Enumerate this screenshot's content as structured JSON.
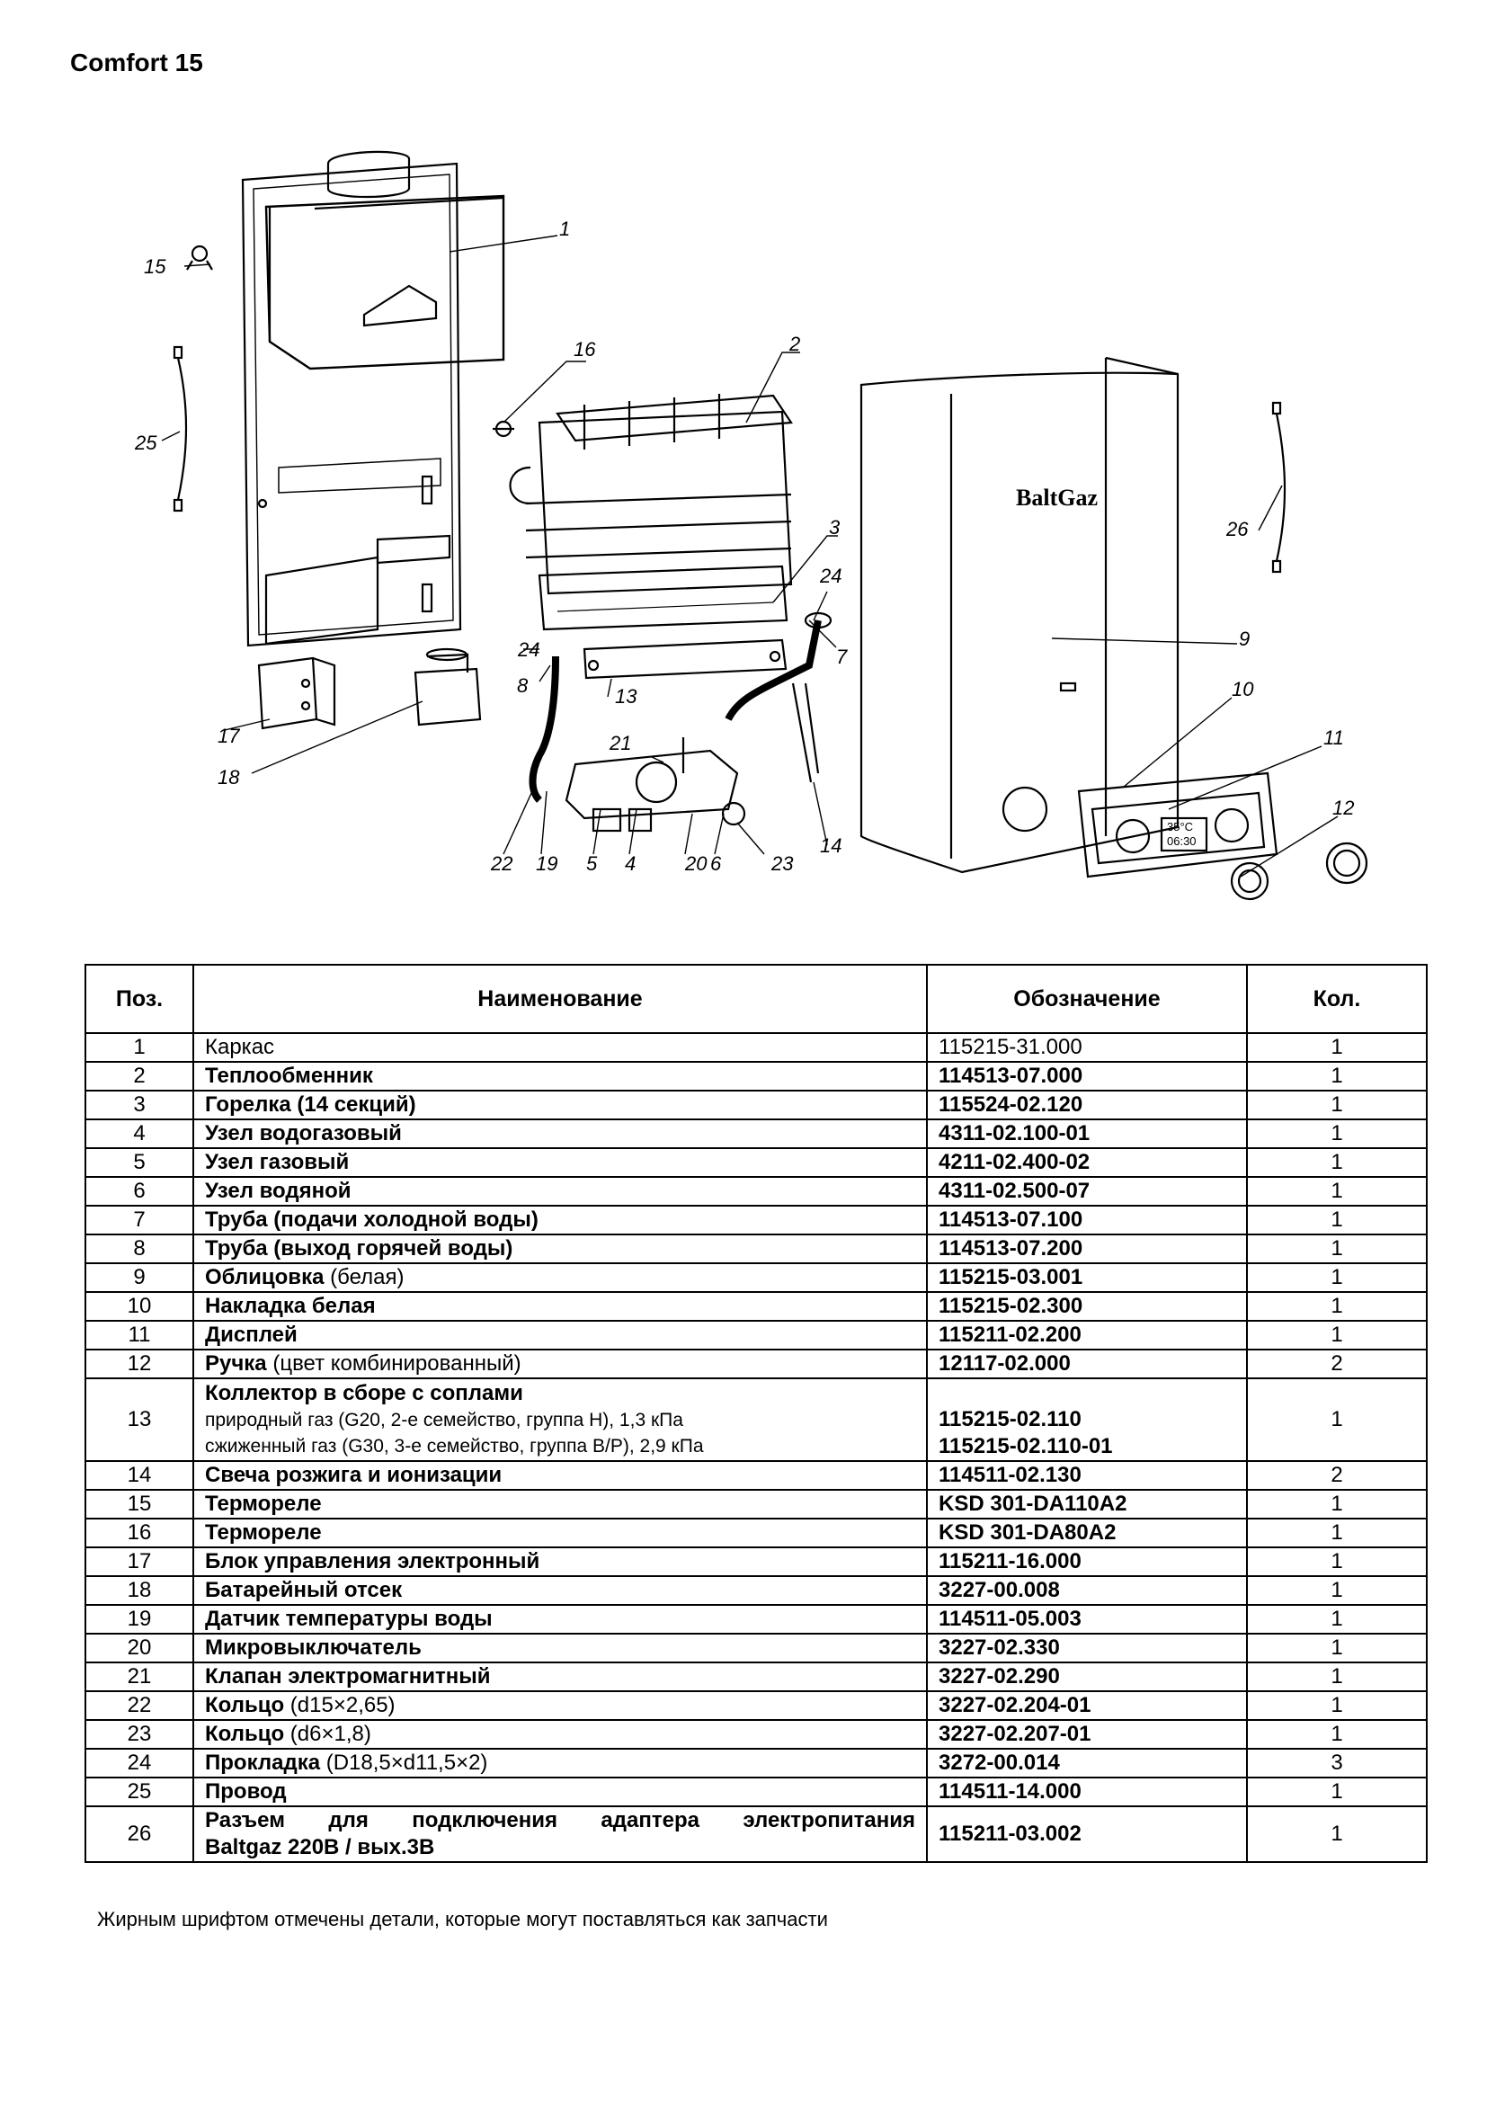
{
  "page": {
    "title": "Comfort 15",
    "footnote": "Жирным шрифтом отмечены детали, которые могут поставляться как запчасти"
  },
  "diagram": {
    "brand_label": "BaltGaz",
    "display_readout": [
      "35°C",
      "06:30"
    ],
    "callouts": [
      "1",
      "2",
      "3",
      "4",
      "5",
      "6",
      "7",
      "8",
      "9",
      "10",
      "11",
      "12",
      "13",
      "14",
      "15",
      "16",
      "17",
      "18",
      "19",
      "20",
      "21",
      "22",
      "23",
      "24",
      "24",
      "25",
      "26"
    ]
  },
  "table": {
    "headers": {
      "pos": "Поз.",
      "name": "Наименование",
      "code": "Обозначение",
      "qty": "Кол."
    },
    "rows": [
      {
        "pos": "1",
        "name": "Каркас",
        "name_note": "",
        "code": "115215-31.000",
        "qty": "1",
        "bold": false
      },
      {
        "pos": "2",
        "name": "Теплообменник",
        "name_note": "",
        "code": "114513-07.000",
        "qty": "1",
        "bold": true
      },
      {
        "pos": "3",
        "name": "Горелка (14 секций)",
        "name_note": "",
        "code": "115524-02.120",
        "qty": "1",
        "bold": true
      },
      {
        "pos": "4",
        "name": "Узел водогазовый",
        "name_note": "",
        "code": "4311-02.100-01",
        "qty": "1",
        "bold": true
      },
      {
        "pos": "5",
        "name": "Узел газовый",
        "name_note": "",
        "code": "4211-02.400-02",
        "qty": "1",
        "bold": true
      },
      {
        "pos": "6",
        "name": "Узел водяной",
        "name_note": "",
        "code": "4311-02.500-07",
        "qty": "1",
        "bold": true
      },
      {
        "pos": "7",
        "name": "Труба (подачи холодной воды)",
        "name_note": "",
        "code": "114513-07.100",
        "qty": "1",
        "bold": true
      },
      {
        "pos": "8",
        "name": "Труба (выход горячей воды)",
        "name_note": "",
        "code": "114513-07.200",
        "qty": "1",
        "bold": true
      },
      {
        "pos": "9",
        "name": "Облицовка",
        "name_note": "(белая)",
        "code": "115215-03.001",
        "qty": "1",
        "bold": true
      },
      {
        "pos": "10",
        "name": "Накладка белая",
        "name_note": "",
        "code": "115215-02.300",
        "qty": "1",
        "bold": true
      },
      {
        "pos": "11",
        "name": "Дисплей",
        "name_note": "",
        "code": "115211-02.200",
        "qty": "1",
        "bold": true
      },
      {
        "pos": "12",
        "name": "Ручка",
        "name_note": "(цвет комбинированный)",
        "code": "12117-02.000",
        "qty": "2",
        "bold": true
      },
      {
        "pos": "13",
        "name": "Коллектор в сборе с соплами",
        "name_note": "",
        "sub_lines": [
          "природный газ (G20, 2-е семейство, группа H), 1,3 кПа",
          "сжиженный газ (G30, 3-е семейство, группа B/P), 2,9 кПа"
        ],
        "codes": [
          "115215-02.110",
          "115215-02.110-01"
        ],
        "qty": "1",
        "bold": true
      },
      {
        "pos": "14",
        "name": "Свеча розжига и ионизации",
        "name_note": "",
        "code": "114511-02.130",
        "qty": "2",
        "bold": true
      },
      {
        "pos": "15",
        "name": "Термореле",
        "name_note": "",
        "code": "KSD 301-DA110A2",
        "qty": "1",
        "bold": true
      },
      {
        "pos": "16",
        "name": "Термореле",
        "name_note": "",
        "code": "KSD 301-DA80A2",
        "qty": "1",
        "bold": true
      },
      {
        "pos": "17",
        "name": "Блок управления электронный",
        "name_note": "",
        "code": "115211-16.000",
        "qty": "1",
        "bold": true
      },
      {
        "pos": "18",
        "name": "Батарейный отсек",
        "name_note": "",
        "code": "3227-00.008",
        "qty": "1",
        "bold": true
      },
      {
        "pos": "19",
        "name": "Датчик температуры воды",
        "name_note": "",
        "code": "114511-05.003",
        "qty": "1",
        "bold": true
      },
      {
        "pos": "20",
        "name": "Микровыключатель",
        "name_note": "",
        "code": "3227-02.330",
        "qty": "1",
        "bold": true
      },
      {
        "pos": "21",
        "name": "Клапан электромагнитный",
        "name_note": "",
        "code": "3227-02.290",
        "qty": "1",
        "bold": true
      },
      {
        "pos": "22",
        "name": "Кольцо",
        "name_note": "(d15×2,65)",
        "code": "3227-02.204-01",
        "qty": "1",
        "bold": true
      },
      {
        "pos": "23",
        "name": "Кольцо",
        "name_note": "(d6×1,8)",
        "code": "3227-02.207-01",
        "qty": "1",
        "bold": true
      },
      {
        "pos": "24",
        "name": "Прокладка",
        "name_note": "(D18,5×d11,5×2)",
        "code": "3272-00.014",
        "qty": "3",
        "bold": true
      },
      {
        "pos": "25",
        "name": "Провод",
        "name_note": "",
        "code": "114511-14.000",
        "qty": "1",
        "bold": true
      },
      {
        "pos": "26",
        "name_lines": [
          "Разъем для подключения адаптера электропитания",
          "Baltgaz 220В / вых.3В"
        ],
        "code": "115211-03.002",
        "qty": "1",
        "bold": true
      }
    ]
  }
}
